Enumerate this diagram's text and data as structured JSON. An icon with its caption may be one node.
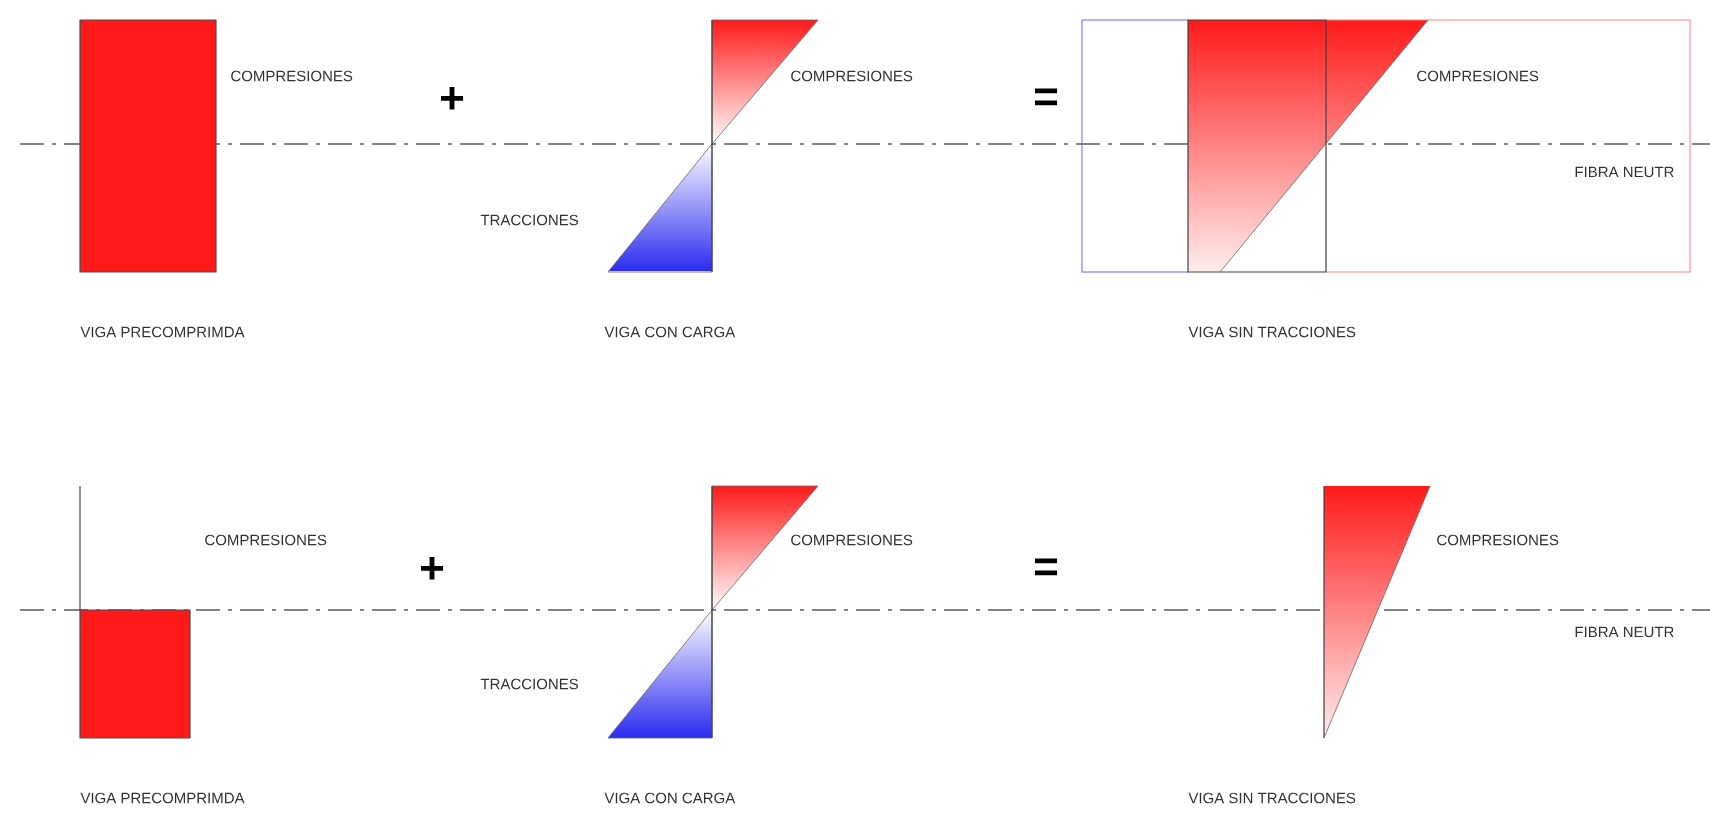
{
  "diagram": {
    "labels": [
      "COMPRESIONES",
      "+",
      "COMPRESIONES",
      "=",
      "COMPRESIONES",
      "FIBRA NEUTR",
      "TRACCIONES",
      "VIGA PRECOMPRIMDA",
      "VIGA CON CARGA",
      "VIGA SIN TRACCIONES",
      "COMPRESIONES",
      "+",
      "COMPRESIONES",
      "=",
      "COMPRESIONES",
      "FIBRA NEUTR",
      "TRACCIONES",
      "VIGA PRECOMPRIMDA",
      "VIGA CON CARGA",
      "VIGA SIN TRACCIONES"
    ]
  }
}
